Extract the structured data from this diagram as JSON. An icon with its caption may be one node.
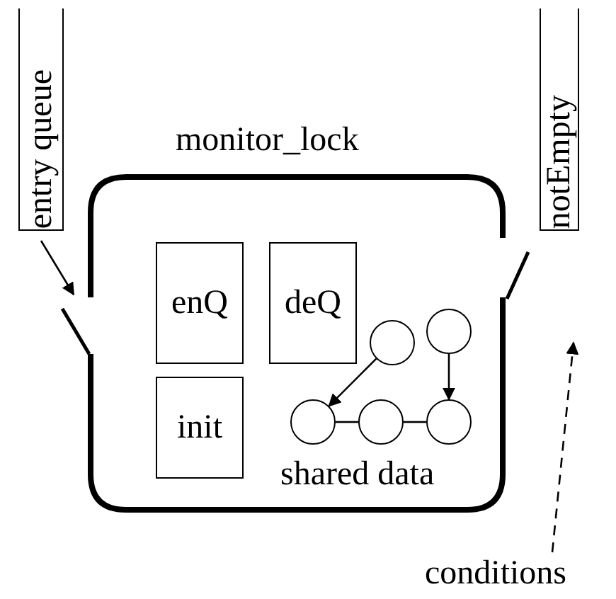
{
  "diagram": {
    "nodes": [
      {
        "text": [
          "monitor_lock"
        ]
      },
      {
        "text": [
          "entry queue"
        ]
      },
      {
        "text": [
          "notEmpty"
        ]
      },
      {
        "text": [
          "enQ"
        ],
        "in": 0
      },
      {
        "text": [
          "deQ"
        ],
        "in": 0
      },
      {
        "text": [
          "init"
        ],
        "in": 0
      },
      {
        "text": [],
        "shape": "circle",
        "in": 0
      },
      {
        "text": [],
        "shape": "circle",
        "in": 0
      },
      {
        "text": [],
        "shape": "circle",
        "in": 0
      },
      {
        "text": [],
        "shape": "circle",
        "in": 0
      },
      {
        "text": [],
        "shape": "circle",
        "in": 0
      },
      {
        "text": [
          "conditions"
        ]
      }
    ],
    "edges": [
      {
        "from": 1,
        "to": 0,
        "arrow": "to"
      },
      {
        "from": 6,
        "to": 8,
        "arrow": "to"
      },
      {
        "from": 7,
        "to": 10,
        "arrow": "to"
      },
      {
        "from": 8,
        "to": 9,
        "arrow": "none"
      },
      {
        "from": 9,
        "to": 10,
        "arrow": "none"
      },
      {
        "from": 11,
        "to": null,
        "arrow": "to",
        "style": "dashed"
      }
    ],
    "labels": [
      "shared data"
    ]
  }
}
